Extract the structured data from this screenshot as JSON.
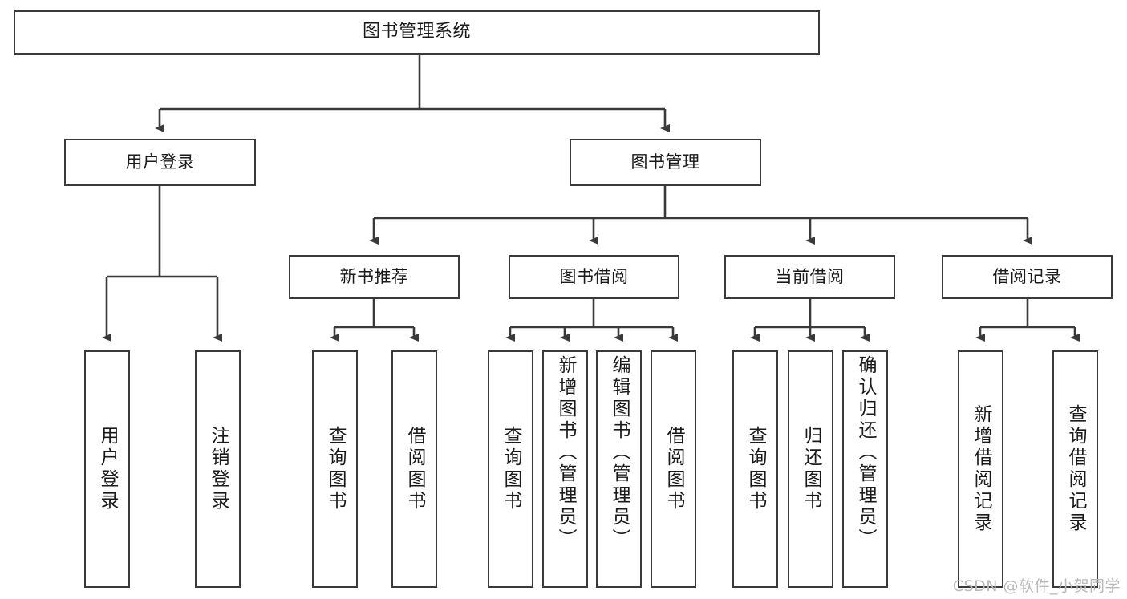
{
  "diagram": {
    "title": "图书管理系统",
    "type": "tree-hierarchy-diagram",
    "root": {
      "id": "root",
      "label": "图书管理系统"
    },
    "level2": [
      {
        "id": "user-login",
        "label": "用户登录"
      },
      {
        "id": "book-management",
        "label": "图书管理"
      }
    ],
    "level3": [
      {
        "id": "new-book-recommend",
        "label": "新书推荐"
      },
      {
        "id": "book-borrow",
        "label": "图书借阅"
      },
      {
        "id": "current-borrow",
        "label": "当前借阅"
      },
      {
        "id": "borrow-record",
        "label": "借阅记录"
      }
    ],
    "leaves": {
      "user_login": [
        {
          "id": "leaf-user-login",
          "label": "用户登录"
        },
        {
          "id": "leaf-logout",
          "label": "注销登录"
        }
      ],
      "new_book_recommend": [
        {
          "id": "leaf-query-book-1",
          "label": "查询图书"
        },
        {
          "id": "leaf-borrow-book-1",
          "label": "借阅图书"
        }
      ],
      "book_borrow": [
        {
          "id": "leaf-query-book-2",
          "label": "查询图书"
        },
        {
          "id": "leaf-add-book",
          "label": "新增图书（管理员）"
        },
        {
          "id": "leaf-edit-book",
          "label": "编辑图书（管理员）"
        },
        {
          "id": "leaf-borrow-book-2",
          "label": "借阅图书"
        }
      ],
      "current_borrow": [
        {
          "id": "leaf-query-book-3",
          "label": "查询图书"
        },
        {
          "id": "leaf-return-book",
          "label": "归还图书"
        },
        {
          "id": "leaf-confirm-return",
          "label": "确认归还（管理员）"
        }
      ],
      "borrow_record": [
        {
          "id": "leaf-add-record",
          "label": "新增借阅记录"
        },
        {
          "id": "leaf-query-record",
          "label": "查询借阅记录"
        }
      ]
    }
  },
  "watermark": {
    "text": "CSDN @软件_小贺同学"
  },
  "colors": {
    "border": "#3a3a3a",
    "text": "#1a1a1a",
    "background": "#ffffff",
    "watermark": "#b9b9b9"
  }
}
